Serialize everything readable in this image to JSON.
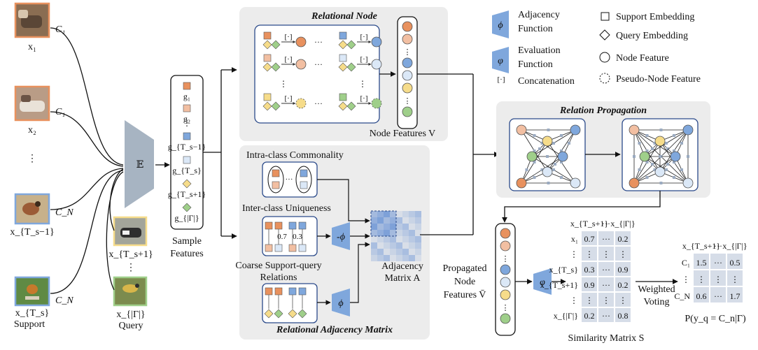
{
  "colors": {
    "orange": "#e8915e",
    "light_orange": "#f2bfa2",
    "blue": "#7fa7dc",
    "light_blue": "#dbe8f7",
    "yellow": "#f6dc8a",
    "green": "#9fcf8a",
    "panel_gray": "#ececec",
    "matrix_blue": "#4d7fcf",
    "encoder": "#a7b4c2"
  },
  "left": {
    "support_images": [
      {
        "label": "x₁",
        "class": "C₁"
      },
      {
        "label": "x₂",
        "class": "C₁"
      },
      {
        "label": "x_{T_s−1}",
        "class": "C_N"
      },
      {
        "label": "x_{T_s}",
        "class": "C_N"
      }
    ],
    "support_caption": "Support",
    "query_images": [
      {
        "label": "x_{T_s+1}"
      },
      {
        "label": "x_{|Γ|}"
      }
    ],
    "query_caption": "Query",
    "vdots": "⋮",
    "encoder_label": "𝔼"
  },
  "sample_features": {
    "items": [
      "g₁",
      "g₂",
      "g_{T_s−1}",
      "g_{T_s}",
      "g_{T_s+1}",
      "g_{|Γ|}"
    ],
    "caption_line1": "Sample",
    "caption_line2": "Features"
  },
  "relational_node": {
    "title": "Relational Node",
    "concat": "[·]",
    "dots": "···",
    "caption": "Node Features V"
  },
  "relational_adjacency": {
    "title": "Relational Adjacency Matrix",
    "intra": "Intra-class Commonality",
    "inter": "Inter-class Uniqueness",
    "coarse_line1": "Coarse Support-query",
    "coarse_line2": "Relations",
    "values": [
      "0.7",
      "0.3"
    ],
    "phi_minus": "-ϕ",
    "phi": "ϕ",
    "adj_line1": "Adjacency",
    "adj_line2": "Matrix A"
  },
  "legend": {
    "adjacency_symbol": "ϕ",
    "adjacency_line1": "Adjacency",
    "adjacency_line2": "Function",
    "evaluation_symbol": "φ",
    "evaluation_line1": "Evaluation",
    "evaluation_line2": "Function",
    "concat_symbol": "[·]",
    "concat_label": "Concatenation",
    "support_embedding": "Support Embedding",
    "query_embedding": "Query Embedding",
    "node_feature": "Node Feature",
    "pseudo_node_feature": "Pseudo-Node Feature"
  },
  "relation_propagation": {
    "title": "Relation Propagation"
  },
  "propagated": {
    "line1": "Propagated",
    "line2": "Node",
    "line3": "Features V̄",
    "eval_symbol": "φ"
  },
  "similarity": {
    "col_headers": [
      "x_{T_s+1}",
      "···",
      "x_{|Γ|}"
    ],
    "rows": [
      {
        "label": "x₁",
        "cells": [
          "0.7",
          "···",
          "0.2"
        ]
      },
      {
        "label": "⋮",
        "cells": [
          "⋮",
          "⋮",
          "⋮"
        ]
      },
      {
        "label": "x_{T_s}",
        "cells": [
          "0.3",
          "···",
          "0.9"
        ]
      },
      {
        "label": "x_{T_s+1}",
        "cells": [
          "0.9",
          "···",
          "0.2"
        ]
      },
      {
        "label": "⋮",
        "cells": [
          "⋮",
          "⋮",
          "⋮"
        ]
      },
      {
        "label": "x_{|Γ|}",
        "cells": [
          "0.2",
          "···",
          "0.8"
        ]
      }
    ],
    "caption": "Similarity Matrix S"
  },
  "voting": {
    "line1": "Weighted",
    "line2": "Voting",
    "col_headers": [
      "x_{T_s+1}",
      "···",
      "x_{|Γ|}"
    ],
    "rows": [
      {
        "label": "C₁",
        "cells": [
          "1.5",
          "···",
          "0.5"
        ]
      },
      {
        "label": "⋮",
        "cells": [
          "⋮",
          "⋮",
          "⋮"
        ]
      },
      {
        "label": "C_N",
        "cells": [
          "0.6",
          "···",
          "1.7"
        ]
      }
    ],
    "caption": "P(y_q = C_n|Γ)"
  }
}
